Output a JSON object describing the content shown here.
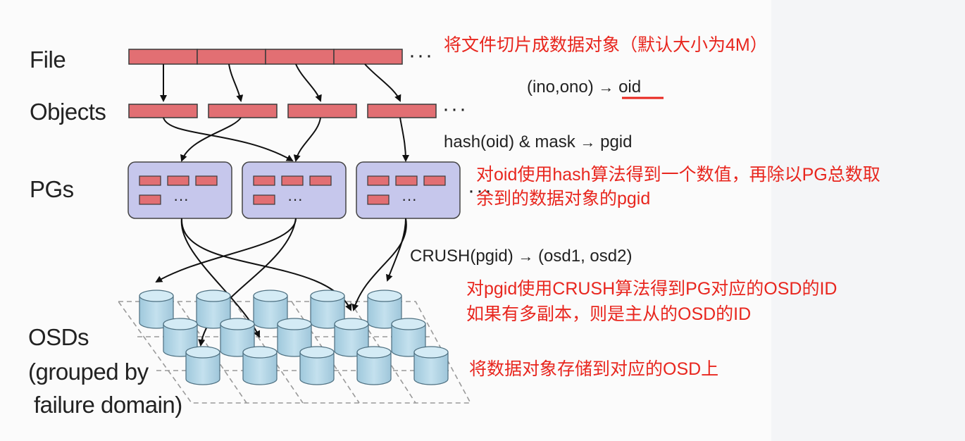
{
  "labels": {
    "file": "File",
    "objects": "Objects",
    "pgs": "PGs",
    "osds_line1": "OSDs",
    "osds_line2": "(grouped by",
    "osds_line3": "failure domain)"
  },
  "ellipsis": "···",
  "pg_ellipsis": "···",
  "formulas": {
    "oid": "(ino,ono)",
    "oid_result": "oid",
    "pgid": "hash(oid) & mask",
    "pgid_result": "pgid",
    "crush": "CRUSH(pgid)",
    "crush_result": "(osd1, osd2)"
  },
  "notes": {
    "split": "将文件切片成数据对象（默认大小为4M）",
    "hash_line1": "对oid使用hash算法得到一个数值，再除以PG总数取",
    "hash_line2": "余到的数据对象的pgid",
    "crush_line1": "对pgid使用CRUSH算法得到PG对应的OSD的ID",
    "crush_line2": "如果有多副本，则是主从的OSD的ID",
    "store": "将数据对象存储到对应的OSD上"
  },
  "colors": {
    "segment_fill": "#e26f73",
    "pg_fill": "#c6c7ec",
    "osd_fill": "#b3d5e6",
    "annotation": "#e8261e",
    "underline": "#e8261e"
  }
}
